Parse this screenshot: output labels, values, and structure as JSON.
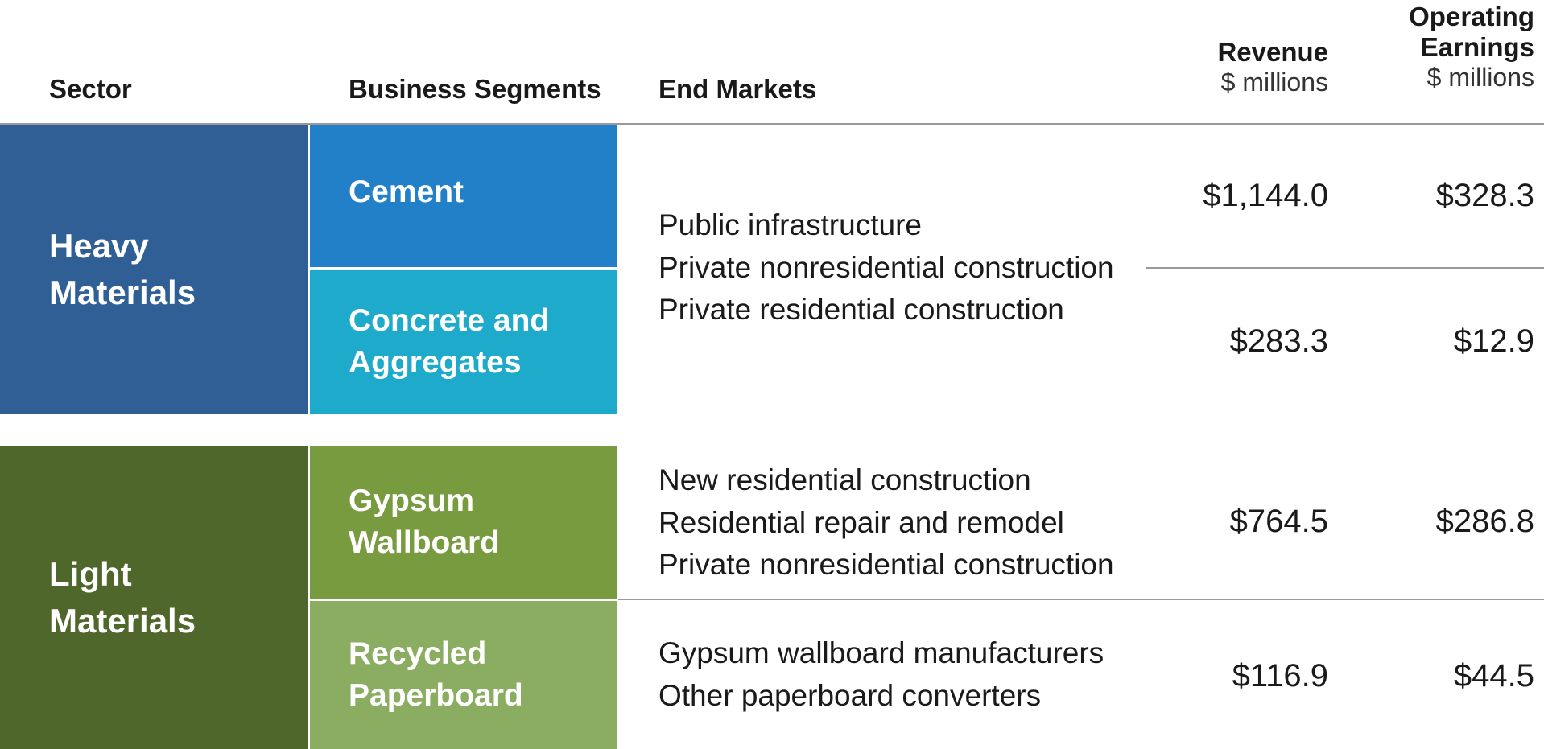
{
  "headers": {
    "sector": "Sector",
    "segments": "Business Segments",
    "end_markets": "End Markets",
    "revenue": "Revenue",
    "revenue_unit": "$ millions",
    "earnings_line1": "Operating",
    "earnings_line2": "Earnings",
    "earnings_unit": "$ millions"
  },
  "colors": {
    "heavy_sector": "#2f5f95",
    "cement": "#2180c8",
    "concrete": "#1eaacb",
    "light_sector": "#4f672a",
    "gypsum": "#799b3f",
    "paperboard": "#8bad61",
    "rule": "#9a9a9a"
  },
  "sectors": [
    {
      "name_line1": "Heavy",
      "name_line2": "Materials",
      "segments": [
        {
          "line1": "Cement",
          "line2": "",
          "revenue": "$1,144.0",
          "earnings": "$328.3"
        },
        {
          "line1": "Concrete and",
          "line2": "Aggregates",
          "revenue": "$283.3",
          "earnings": "$12.9"
        }
      ],
      "end_markets": [
        "Public infrastructure",
        "Private nonresidential construction",
        "Private residential construction"
      ]
    },
    {
      "name_line1": "Light",
      "name_line2": "Materials",
      "segments": [
        {
          "line1": "Gypsum",
          "line2": "Wallboard",
          "revenue": "$764.5",
          "earnings": "$286.8",
          "end_markets": [
            "New residential construction",
            "Residential repair and remodel",
            "Private nonresidential construction"
          ]
        },
        {
          "line1": "Recycled",
          "line2": "Paperboard",
          "revenue": "$116.9",
          "earnings": "$44.5",
          "end_markets": [
            "Gypsum wallboard manufacturers",
            "Other paperboard converters"
          ]
        }
      ]
    }
  ]
}
